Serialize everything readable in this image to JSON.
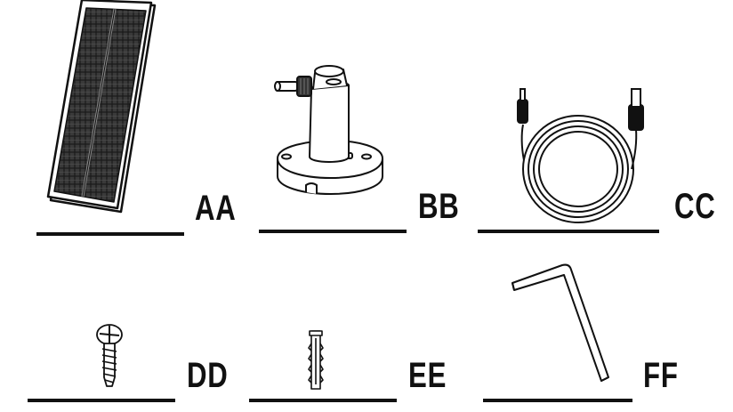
{
  "parts": [
    {
      "id": "AA",
      "label": "AA",
      "icon": "solar-panel-icon"
    },
    {
      "id": "BB",
      "label": "BB",
      "icon": "mounting-bracket-icon"
    },
    {
      "id": "CC",
      "label": "CC",
      "icon": "usb-cable-icon"
    },
    {
      "id": "DD",
      "label": "DD",
      "icon": "screw-icon"
    },
    {
      "id": "EE",
      "label": "EE",
      "icon": "wall-anchor-icon"
    },
    {
      "id": "FF",
      "label": "FF",
      "icon": "hex-key-icon"
    }
  ],
  "colors": {
    "line": "#111111",
    "background": "#ffffff"
  }
}
